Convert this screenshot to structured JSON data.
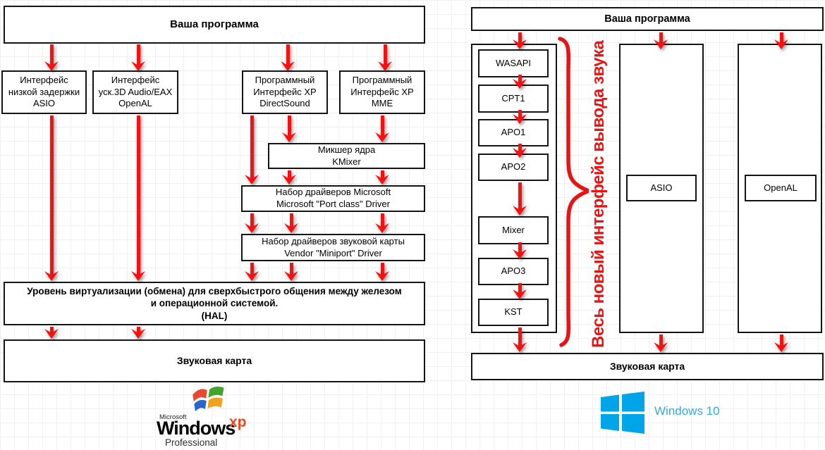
{
  "left_diagram": {
    "os_name": "Windows XP",
    "program_box": "Ваша программа",
    "api_boxes": [
      "Интерфейс\nнизкой задержки\nASIO",
      "Интерфейс\nуск.3D Audio/EAX\nOpenAL",
      "Программный\nИнтерфейс XP\nDirectSound",
      "Программный\nИнтерфейс XP\nMME"
    ],
    "kmixer_box": "Микшер ядра\nKMixer",
    "portclass_box": "Набор драйверов Microsoft\nMicrosoft \"Port class\" Driver",
    "miniport_box": "Набор драйверов звуковой карты\nVendor \"Miniport\" Driver",
    "hal_box": "Уровень виртуализации (обмена) для сверхбыстрого общения между железом\nи операционной системой.\n(HAL)",
    "soundcard_box": "Звуковая карта",
    "logo": {
      "microsoft": "Microsoft",
      "windows": "Windows",
      "xp": "xp",
      "professional": "Professional"
    }
  },
  "right_diagram": {
    "os_name": "Windows 10",
    "program_box": "Ваша программа",
    "stack_boxes": [
      "WASAPI",
      "CPT1",
      "APO1",
      "APO2",
      "Mixer",
      "APO3",
      "KST"
    ],
    "brace_label": "Весь новый интерфейс вывода звука",
    "asio_box": "ASIO",
    "openal_box": "OpenAL",
    "soundcard_box": "Звуковая карта",
    "logo": {
      "text": "Windows 10"
    }
  },
  "colors": {
    "arrow_red": "#f90f0f",
    "brace_red": "#e81414",
    "xp_flag_red": "#e8482f",
    "xp_flag_green": "#42a62e",
    "xp_flag_blue": "#2a66c9",
    "xp_flag_yellow": "#efa31d",
    "xp_text_orange": "#ee471f",
    "win10_blue": "#00a4e8",
    "win10_text_blue": "#3aa7da"
  }
}
